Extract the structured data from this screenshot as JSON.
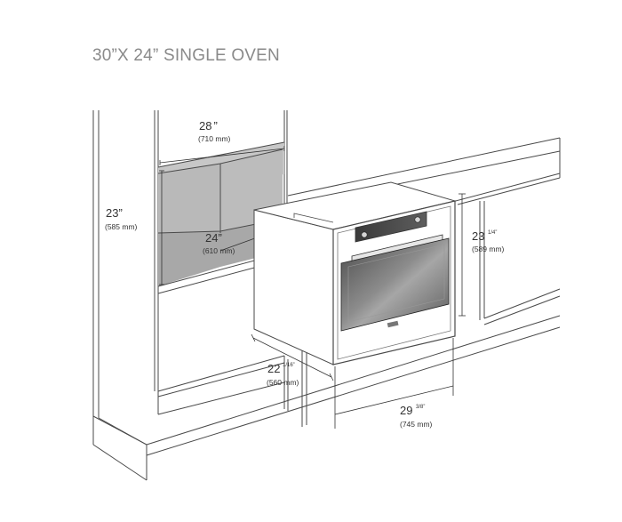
{
  "title": "30”X 24” SINGLE OVEN",
  "dimensions": {
    "cutout_width": {
      "value": "28",
      "mark": "”",
      "metric": "(710 mm)"
    },
    "cutout_height": {
      "value": "23",
      "mark": "”",
      "metric": "(585 mm)"
    },
    "cutout_depth": {
      "value": "24",
      "mark": "”",
      "metric": "(610 mm)"
    },
    "oven_height": {
      "value": "23",
      "fraction": "1/4”",
      "metric": "(589 mm)"
    },
    "oven_depth": {
      "value": "22",
      "fraction": "1/16”",
      "metric": "(560 mm)"
    },
    "oven_width": {
      "value": "29",
      "fraction": "3/8”",
      "metric": "(745 mm)"
    }
  },
  "colors": {
    "cabinet_line": "#4a4a4a",
    "cavity_fill": "#bdbdbd",
    "glass": "#6e6e6e",
    "title": "#8a8a8a"
  },
  "icons": {
    "oven_logo": "brand-logo-icon",
    "control_knob": "knob-icon"
  }
}
